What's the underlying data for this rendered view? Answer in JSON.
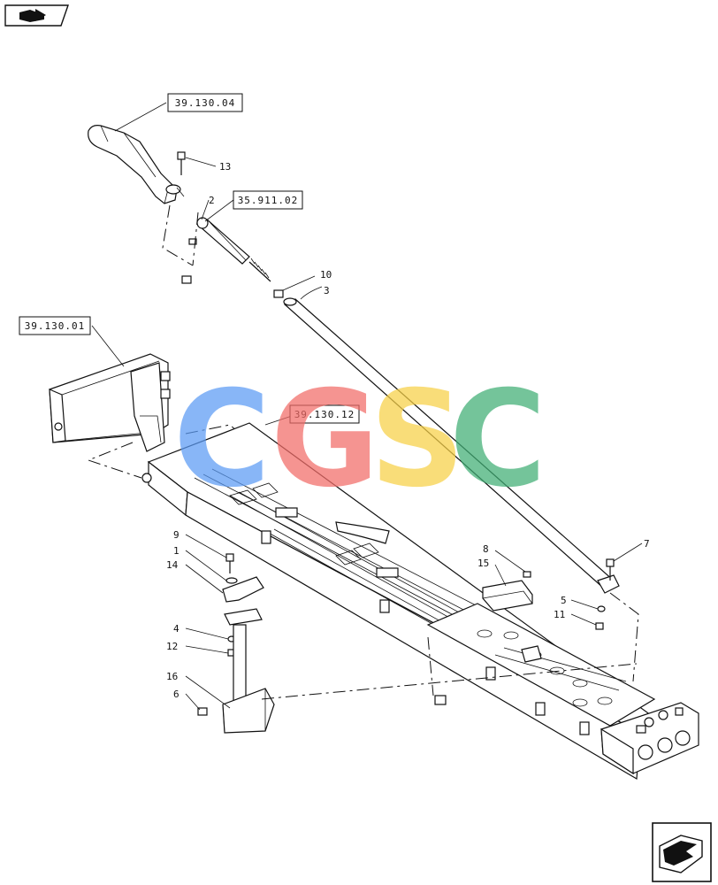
{
  "watermark": {
    "letters": [
      {
        "char": "C",
        "color": "#5b9bf5"
      },
      {
        "char": "G",
        "color": "#f26b67"
      },
      {
        "char": "S",
        "color": "#f7d046"
      },
      {
        "char": "C",
        "color": "#3fae74"
      }
    ]
  },
  "references": {
    "r1": "39.130.04",
    "r2": "35.911.02",
    "r3": "39.130.01",
    "r4": "39.130.12"
  },
  "callouts": {
    "c13": "13",
    "c2": "2",
    "c10": "10",
    "c3": "3",
    "c7": "7",
    "c8": "8",
    "c15": "15",
    "c5": "5",
    "c11": "11",
    "c9": "9",
    "c1": "1",
    "c14": "14",
    "c4": "4",
    "c12": "12",
    "c16": "16",
    "c6": "6"
  },
  "icons": {
    "top_left": "book-arrow-icon",
    "bottom_right": "next-page-arrow-icon"
  }
}
